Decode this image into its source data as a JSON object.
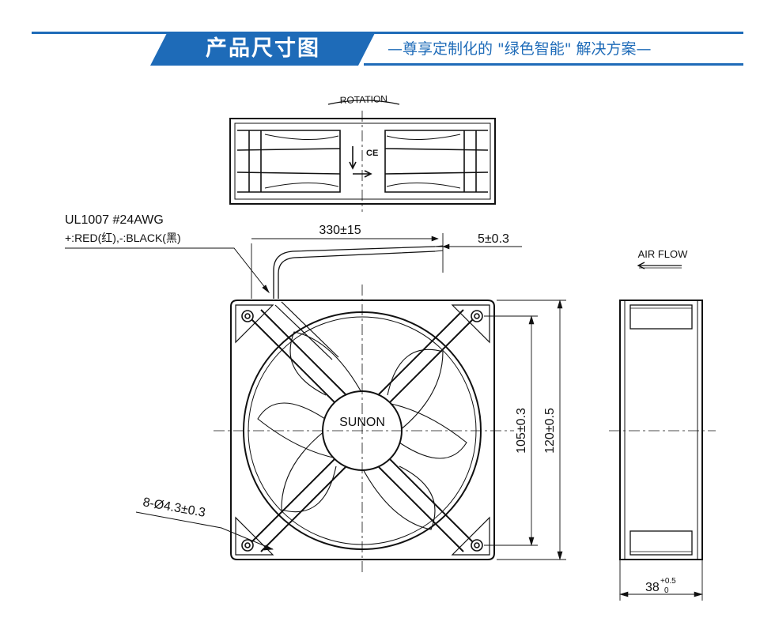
{
  "header": {
    "title": "产品尺寸图",
    "subtitle": "—尊享定制化的 \"绿色智能\" 解决方案—"
  },
  "drawing": {
    "rotation_label": "ROTATION",
    "ce_mark": "CE",
    "wire_spec": "UL1007  #24AWG",
    "wire_colors": "+:RED(红),-:BLACK(黑)",
    "lead_length": "330±15",
    "strip_length": "5±0.3",
    "airflow_label": "AIR FLOW",
    "brand": "SUNON",
    "hole_spacing": "105±0.3",
    "frame_size": "120±0.5",
    "mount_holes": "8-Ø4.3±0.3",
    "depth_value": "38",
    "depth_tol_upper": "+0.5",
    "depth_tol_lower": "0"
  },
  "colors": {
    "accent": "#1e6bb8",
    "line": "#111111"
  }
}
